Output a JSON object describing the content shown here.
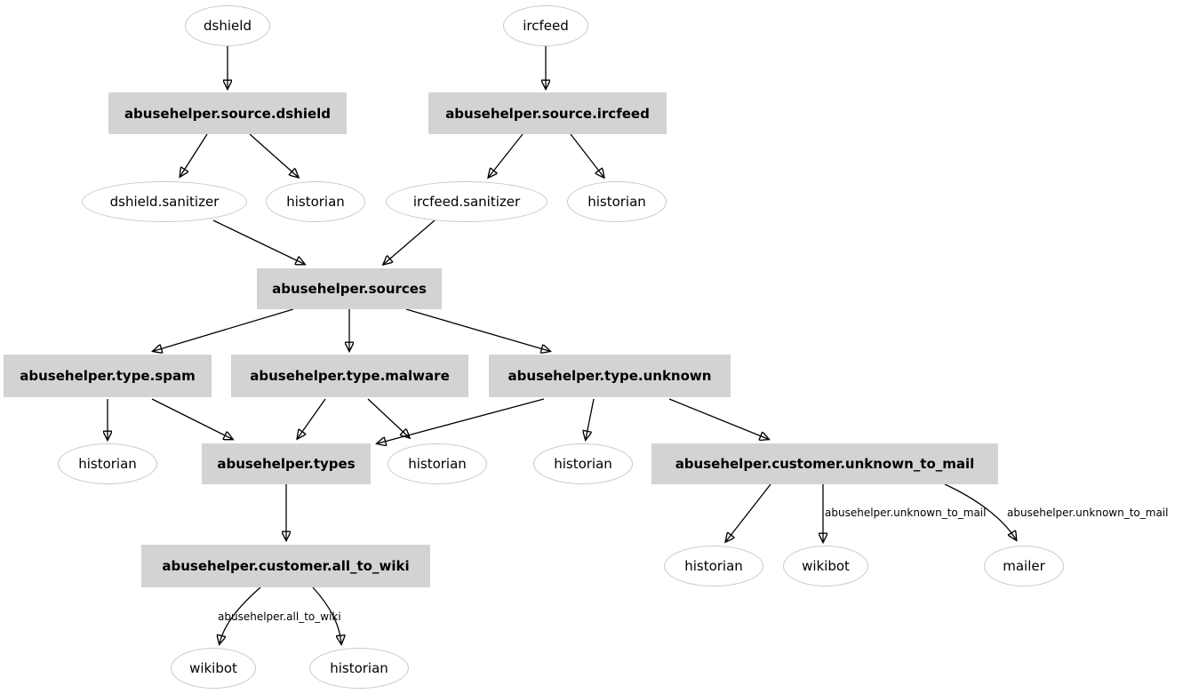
{
  "diagram": {
    "kind": "directed-graph",
    "colors": {
      "background": "#ffffff",
      "box_fill": "#d3d3d3",
      "ellipse_fill": "#ffffff",
      "ellipse_stroke": "#c9c9c9",
      "edge": "#000000",
      "text": "#000000"
    },
    "nodes": {
      "dshield": {
        "label": "dshield",
        "shape": "ellipse"
      },
      "ircfeed": {
        "label": "ircfeed",
        "shape": "ellipse"
      },
      "source_dshield": {
        "label": "abusehelper.source.dshield",
        "shape": "box"
      },
      "source_ircfeed": {
        "label": "abusehelper.source.ircfeed",
        "shape": "box"
      },
      "dshield_sanitizer": {
        "label": "dshield.sanitizer",
        "shape": "ellipse"
      },
      "ircfeed_sanitizer": {
        "label": "ircfeed.sanitizer",
        "shape": "ellipse"
      },
      "historian": {
        "label": "historian",
        "shape": "ellipse"
      },
      "sources": {
        "label": "abusehelper.sources",
        "shape": "box"
      },
      "type_spam": {
        "label": "abusehelper.type.spam",
        "shape": "box"
      },
      "type_malware": {
        "label": "abusehelper.type.malware",
        "shape": "box"
      },
      "type_unknown": {
        "label": "abusehelper.type.unknown",
        "shape": "box"
      },
      "types": {
        "label": "abusehelper.types",
        "shape": "box"
      },
      "customer_unknown_to_mail": {
        "label": "abusehelper.customer.unknown_to_mail",
        "shape": "box"
      },
      "wikibot": {
        "label": "wikibot",
        "shape": "ellipse"
      },
      "mailer": {
        "label": "mailer",
        "shape": "ellipse"
      },
      "customer_all_to_wiki": {
        "label": "abusehelper.customer.all_to_wiki",
        "shape": "box"
      }
    },
    "edges": [
      {
        "from": "dshield",
        "to": "abusehelper.source.dshield"
      },
      {
        "from": "ircfeed",
        "to": "abusehelper.source.ircfeed"
      },
      {
        "from": "abusehelper.source.dshield",
        "to": "dshield.sanitizer"
      },
      {
        "from": "abusehelper.source.dshield",
        "to": "historian"
      },
      {
        "from": "abusehelper.source.ircfeed",
        "to": "ircfeed.sanitizer"
      },
      {
        "from": "abusehelper.source.ircfeed",
        "to": "historian"
      },
      {
        "from": "dshield.sanitizer",
        "to": "abusehelper.sources"
      },
      {
        "from": "ircfeed.sanitizer",
        "to": "abusehelper.sources"
      },
      {
        "from": "abusehelper.sources",
        "to": "abusehelper.type.spam"
      },
      {
        "from": "abusehelper.sources",
        "to": "abusehelper.type.malware"
      },
      {
        "from": "abusehelper.sources",
        "to": "abusehelper.type.unknown"
      },
      {
        "from": "abusehelper.type.spam",
        "to": "historian"
      },
      {
        "from": "abusehelper.type.spam",
        "to": "abusehelper.types"
      },
      {
        "from": "abusehelper.type.malware",
        "to": "abusehelper.types"
      },
      {
        "from": "abusehelper.type.malware",
        "to": "historian"
      },
      {
        "from": "abusehelper.type.unknown",
        "to": "abusehelper.types"
      },
      {
        "from": "abusehelper.type.unknown",
        "to": "historian"
      },
      {
        "from": "abusehelper.type.unknown",
        "to": "abusehelper.customer.unknown_to_mail"
      },
      {
        "from": "abusehelper.types",
        "to": "abusehelper.customer.all_to_wiki"
      },
      {
        "from": "abusehelper.customer.unknown_to_mail",
        "to": "historian"
      },
      {
        "from": "abusehelper.customer.unknown_to_mail",
        "to": "wikibot",
        "label": "abusehelper.unknown_to_mail"
      },
      {
        "from": "abusehelper.customer.unknown_to_mail",
        "to": "mailer",
        "label": "abusehelper.unknown_to_mail"
      },
      {
        "from": "abusehelper.customer.all_to_wiki",
        "to": "wikibot",
        "label": "abusehelper.all_to_wiki"
      },
      {
        "from": "abusehelper.customer.all_to_wiki",
        "to": "historian"
      }
    ]
  }
}
